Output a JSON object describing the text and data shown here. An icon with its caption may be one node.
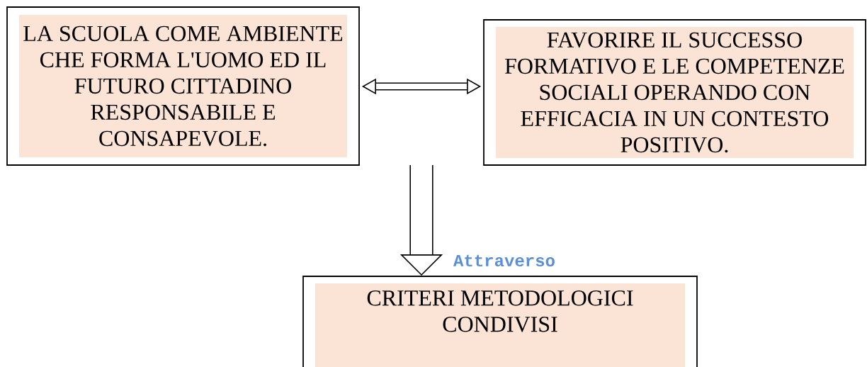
{
  "diagram": {
    "nodes": [
      {
        "text": [
          "LA SCUOLA COME AMBIENTE CHE FORMA L'UOMO ED IL FUTURO CITTADINO RESPONSABILE E CONSAPEVOLE."
        ]
      },
      {
        "text": [
          "FAVORIRE IL SUCCESSO FORMATIVO E LE COMPETENZE SOCIALI  OPERANDO CON EFFICACIA IN UN CONTESTO POSITIVO."
        ]
      },
      {
        "text": [
          "CRITERI METODOLOGICI CONDIVISI"
        ]
      }
    ],
    "edges": [
      {
        "from": 0,
        "to": 1,
        "arrow": "both"
      },
      {
        "from": null,
        "to": 2,
        "arrow": "to",
        "label": "Attraverso",
        "style": "thick"
      }
    ]
  }
}
